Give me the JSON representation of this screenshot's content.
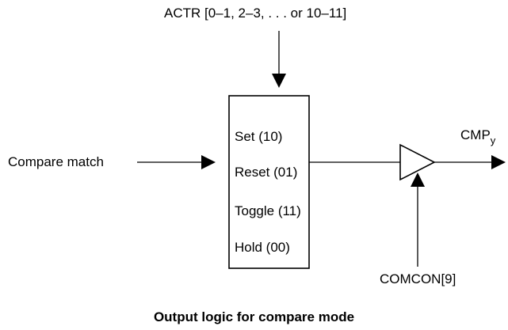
{
  "diagram": {
    "actr_label": "ACTR [0–1, 2–3, . . . or 10–11]",
    "input_label": "Compare match",
    "block": {
      "modes": [
        {
          "label": "Set (10)"
        },
        {
          "label": "Reset (01)"
        },
        {
          "label": "Toggle (11)"
        },
        {
          "label": "Hold (00)"
        }
      ]
    },
    "output_label_main": "CMP",
    "output_label_sub": "y",
    "enable_label": "COMCON[9]",
    "caption": "Output logic for compare mode"
  }
}
